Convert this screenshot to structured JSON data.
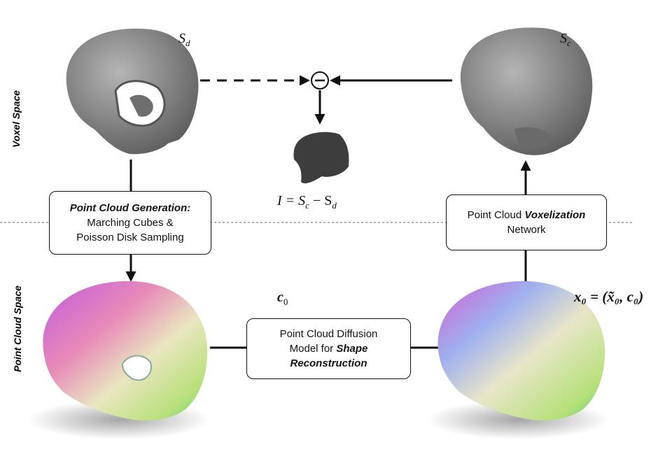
{
  "side_labels": {
    "voxel": "Voxel Space",
    "point_cloud": "Point Cloud Space"
  },
  "math": {
    "sd": "S",
    "sd_sub": "d",
    "sc": "S",
    "sc_sub": "c",
    "c0": "c",
    "c0_sub": "0",
    "x0": "x₀ = (x̃₀, c₀)",
    "implant": "I = S",
    "implant_sc_sub": "c",
    "implant_minus": " − S",
    "implant_sd_sub": "d",
    "minus_symbol": "−"
  },
  "boxes": {
    "generation": {
      "title": "Point Cloud Generation:",
      "line1": "Marching Cubes &",
      "line2": "Poisson Disk Sampling"
    },
    "voxelization": {
      "pre": "Point Cloud ",
      "bold": "Voxelization",
      "line2": "Network"
    },
    "diffusion": {
      "line1": "Point Cloud Diffusion",
      "pre": "Model for ",
      "bold": "Shape",
      "line3": "Reconstruction"
    }
  },
  "colors": {
    "skull_gray": "#8a8a8a",
    "implant": "#3d3d3d"
  }
}
